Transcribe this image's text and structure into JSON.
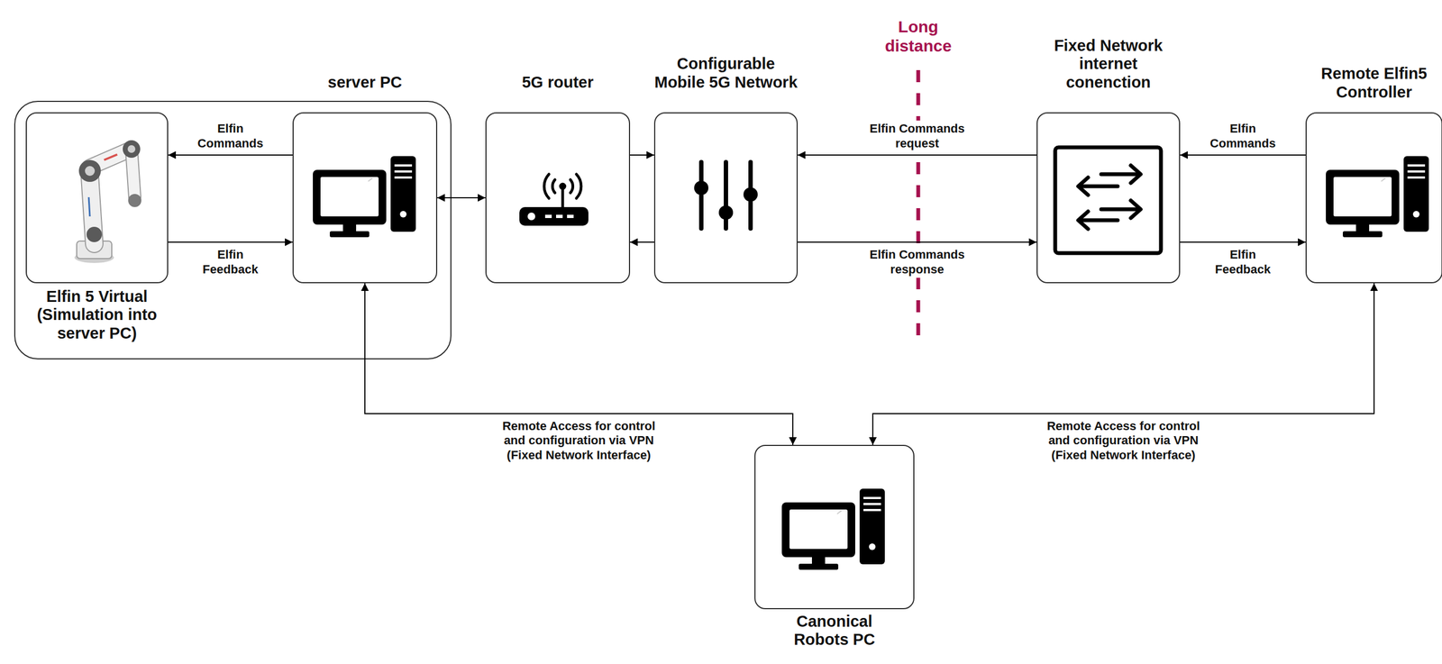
{
  "diagram": {
    "nodes": [
      {
        "text": [
          "Elfin 5 Virtual (Simulation into server PC)"
        ]
      },
      {
        "text": [
          "server PC"
        ]
      },
      {
        "text": [
          "5G router"
        ]
      },
      {
        "text": [
          "Configurable Mobile 5G Network"
        ]
      },
      {
        "text": [
          "Fixed Network internet conenction"
        ]
      },
      {
        "text": [
          "Remote Elfin5 Controller"
        ]
      },
      {
        "text": [
          "Canonical Robots PC"
        ]
      }
    ],
    "edges": [
      {
        "from": 1,
        "to": 0,
        "arrow": "to",
        "label": "Elfin Commands"
      },
      {
        "from": 0,
        "to": 1,
        "arrow": "to",
        "label": "Elfin Feedback"
      },
      {
        "from": 1,
        "to": 2,
        "arrow": "both"
      },
      {
        "from": 2,
        "to": 3,
        "arrow": "to"
      },
      {
        "from": 3,
        "to": 2,
        "arrow": "to"
      },
      {
        "from": 4,
        "to": 3,
        "arrow": "to",
        "label": "Elfin Commands request"
      },
      {
        "from": 3,
        "to": 4,
        "arrow": "to",
        "label": "Elfin Commands response"
      },
      {
        "from": 5,
        "to": 4,
        "arrow": "to",
        "label": "Elfin Commands"
      },
      {
        "from": 4,
        "to": 5,
        "arrow": "to",
        "label": "Elfin Feedback"
      },
      {
        "from": 1,
        "to": 6,
        "arrow": "both",
        "label": "Remote Access for control and configuration via VPN (Fixed Network Interface)"
      },
      {
        "from": 5,
        "to": 6,
        "arrow": "both",
        "label": "Remote Access for control and configuration via VPN (Fixed Network Interface)"
      }
    ],
    "labels": [
      "Long distance"
    ]
  }
}
